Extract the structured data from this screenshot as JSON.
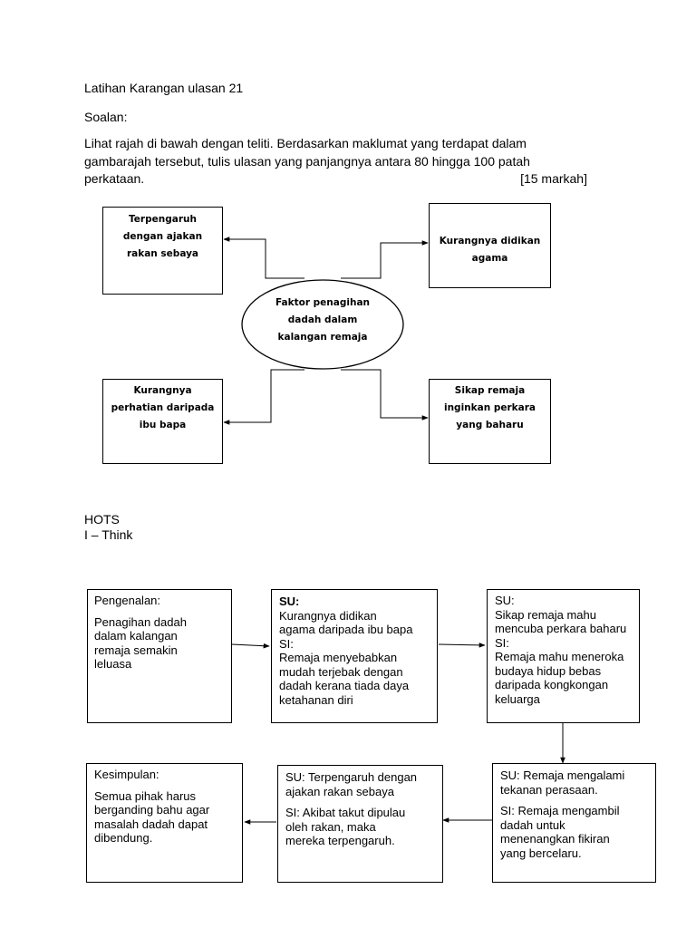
{
  "header": {
    "title": "Latihan Karangan ulasan 21",
    "question_label": "Soalan:",
    "instruction_lines": [
      "Lihat rajah di bawah dengan teliti. Berdasarkan maklumat yang terdapat dalam",
      "gambarajah tersebut, tulis ulasan yang panjangnya antara 80 hingga 100 patah",
      "perkataan."
    ],
    "marks": "[15 markah]"
  },
  "mind_map": {
    "center": [
      "Faktor penagihan",
      "dadah dalam",
      "kalangan remaja"
    ],
    "top_left": [
      "Terpengaruh",
      "dengan ajakan",
      "rakan sebaya"
    ],
    "top_right": [
      "Kurangnya didikan",
      "agama"
    ],
    "bottom_left": [
      "Kurangnya",
      "perhatian daripada",
      "ibu bapa"
    ],
    "bottom_right": [
      "Sikap remaja",
      "inginkan perkara",
      "yang baharu"
    ]
  },
  "hots": {
    "title": "HOTS",
    "subtitle": "I – Think"
  },
  "flow": {
    "box1": {
      "heading": "Pengenalan:",
      "body": [
        "Penagihan dadah",
        "dalam kalangan",
        "remaja semakin",
        "leluasa"
      ]
    },
    "box2": {
      "su_label": "SU:",
      "su_body": [
        "Kurangnya didikan",
        "agama daripada ibu bapa"
      ],
      "si_label": "SI:",
      "si_body": [
        "Remaja menyebabkan",
        "mudah terjebak dengan",
        "dadah kerana tiada daya",
        "ketahanan diri"
      ]
    },
    "box3": {
      "su_label": "SU:",
      "su_body": [
        "Sikap remaja mahu",
        "mencuba perkara baharu"
      ],
      "si_label": "SI:",
      "si_body": [
        "Remaja mahu meneroka",
        "budaya hidup bebas",
        "daripada kongkongan",
        "keluarga"
      ]
    },
    "box4": {
      "su": [
        "SU: Remaja mengalami",
        "tekanan perasaan."
      ],
      "si": [
        "SI: Remaja mengambil",
        "dadah untuk",
        "menenangkan fikiran",
        "yang bercelaru."
      ]
    },
    "box5": {
      "su": [
        "SU: Terpengaruh dengan",
        "ajakan rakan sebaya"
      ],
      "si": [
        "SI: Akibat takut dipulau",
        "oleh rakan,  maka",
        "mereka terpengaruh."
      ]
    },
    "box6": {
      "heading": "Kesimpulan:",
      "body": [
        "Semua pihak harus",
        "berganding bahu agar",
        "masalah dadah dapat",
        "dibendung."
      ]
    }
  }
}
